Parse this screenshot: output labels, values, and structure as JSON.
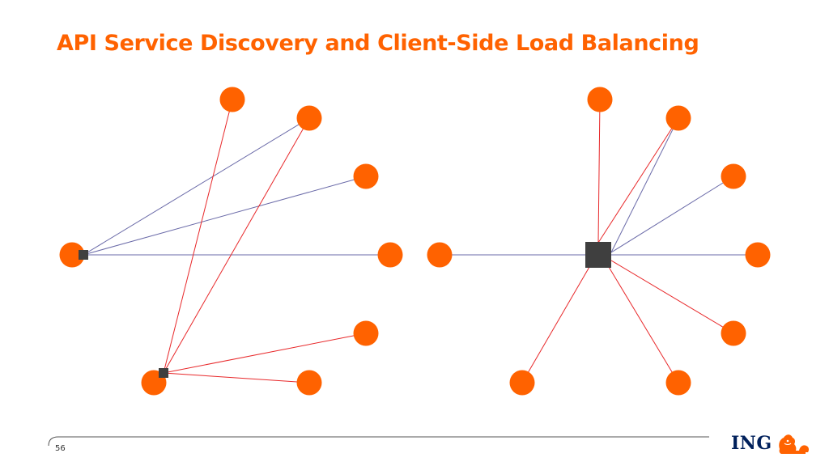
{
  "title": "API Service Discovery and Client-Side Load Balancing",
  "page_number": "56",
  "logo": {
    "text": "ING",
    "icon": "lion-icon"
  },
  "colors": {
    "title": "#ff6200",
    "node": "#ff6200",
    "hub": "#3f3f3f",
    "edge_primary": "#6a6aa8",
    "edge_secondary": "#e8282a",
    "logo_text": "#00205b"
  }
}
